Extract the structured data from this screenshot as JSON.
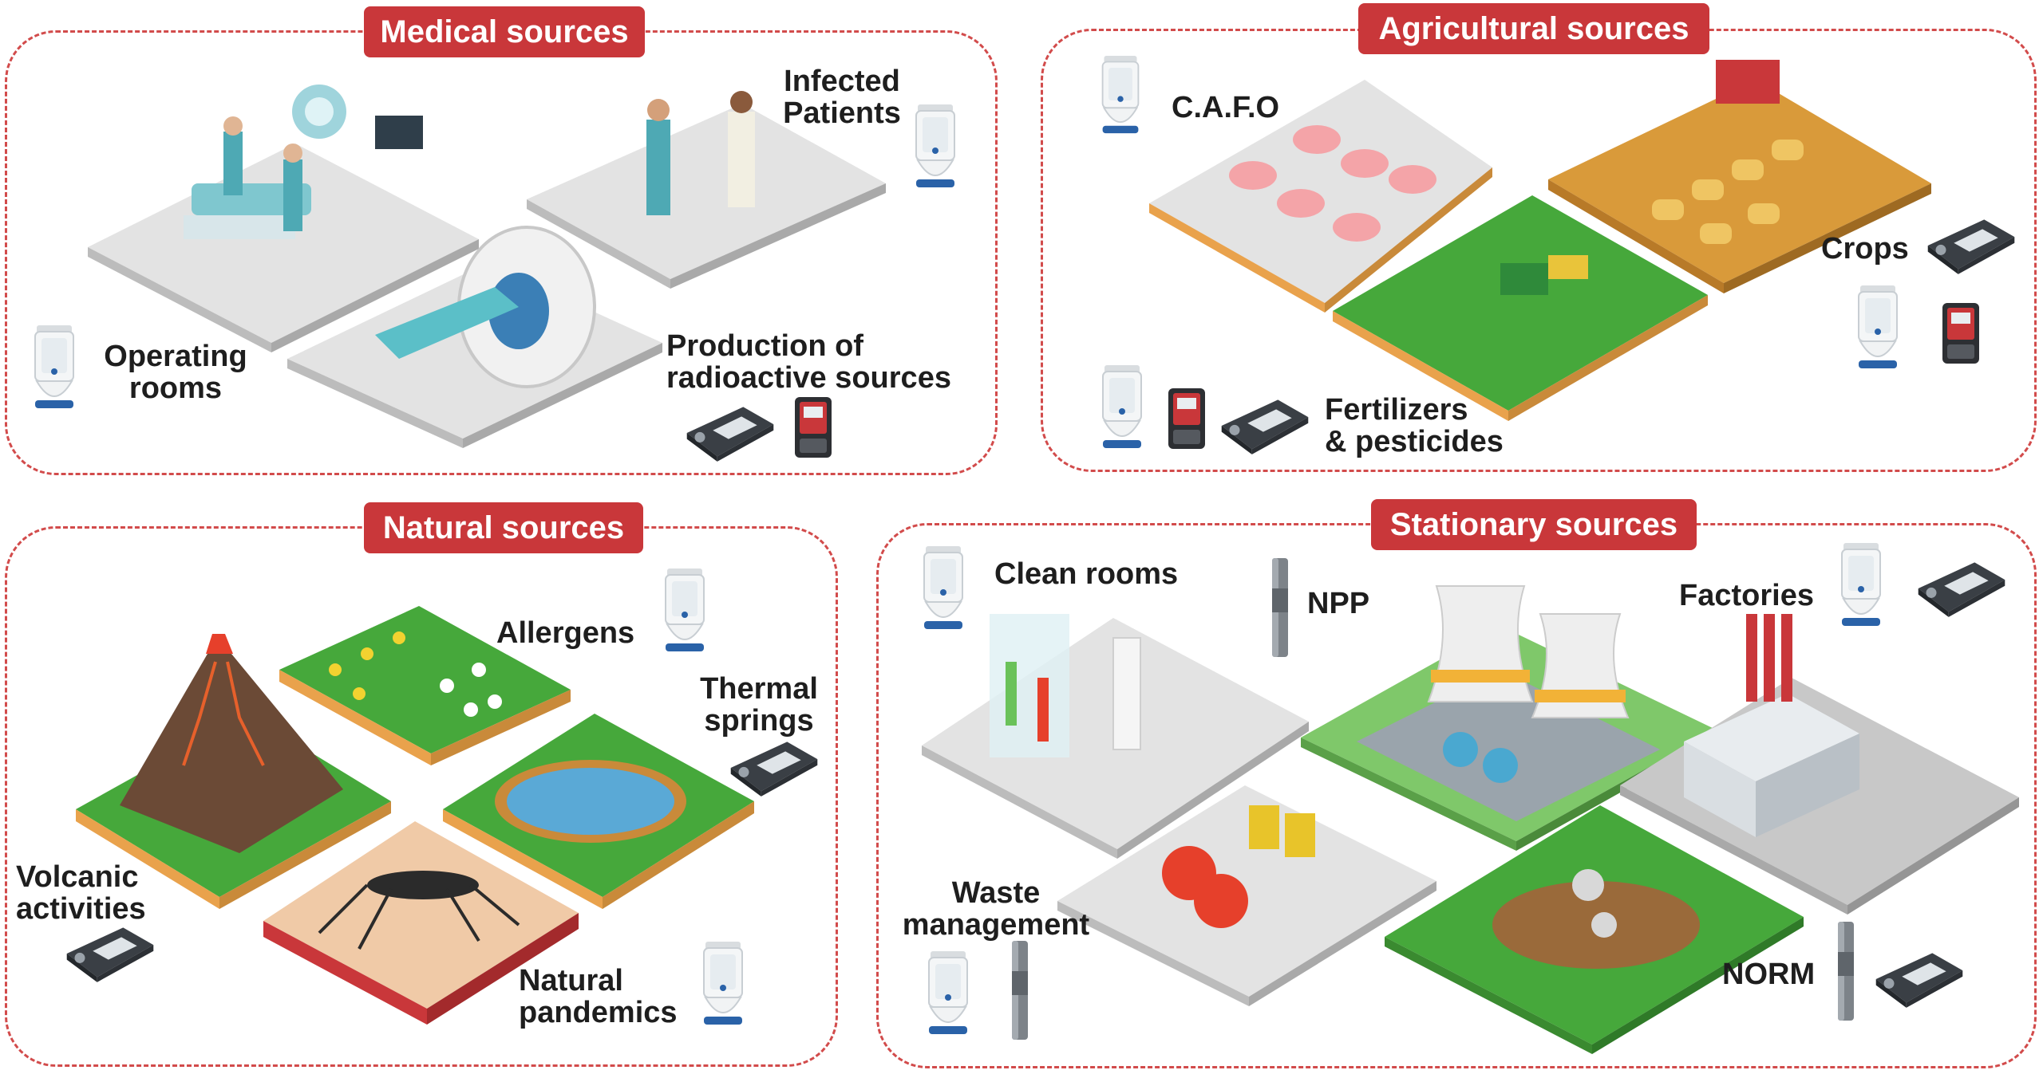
{
  "sections": {
    "medical": "Medical sources",
    "agricultural": "Agricultural sources",
    "natural": "Natural sources",
    "stationary": "Stationary sources"
  },
  "labels": {
    "infected_patients": "Infected\nPatients",
    "operating_rooms": "Operating\nrooms",
    "production": "Production of\nradioactive sources",
    "cafo": "C.A.F.O",
    "crops": "Crops",
    "fertilizers": "Fertilizers\n& pesticides",
    "allergens": "Allergens",
    "thermal_springs": "Thermal\nsprings",
    "volcanic": "Volcanic\nactivities",
    "pandemics": "Natural\npandemics",
    "clean_rooms": "Clean rooms",
    "npp": "NPP",
    "factories": "Factories",
    "waste": "Waste\nmanagement",
    "norm": "NORM"
  },
  "colors": {
    "accent": "#c9373a",
    "dashed_border": "#d24b4b",
    "grass": "#46a83b",
    "soil": "#e9a24c",
    "water": "#5aa9d6",
    "floor": "#e6e6e6"
  },
  "devices": {
    "sampler": "air-sampler-device-icon",
    "monitor": "handheld-monitor-device-icon",
    "dosimeter": "personal-dosimeter-device-icon",
    "probe": "probe-tube-device-icon"
  }
}
